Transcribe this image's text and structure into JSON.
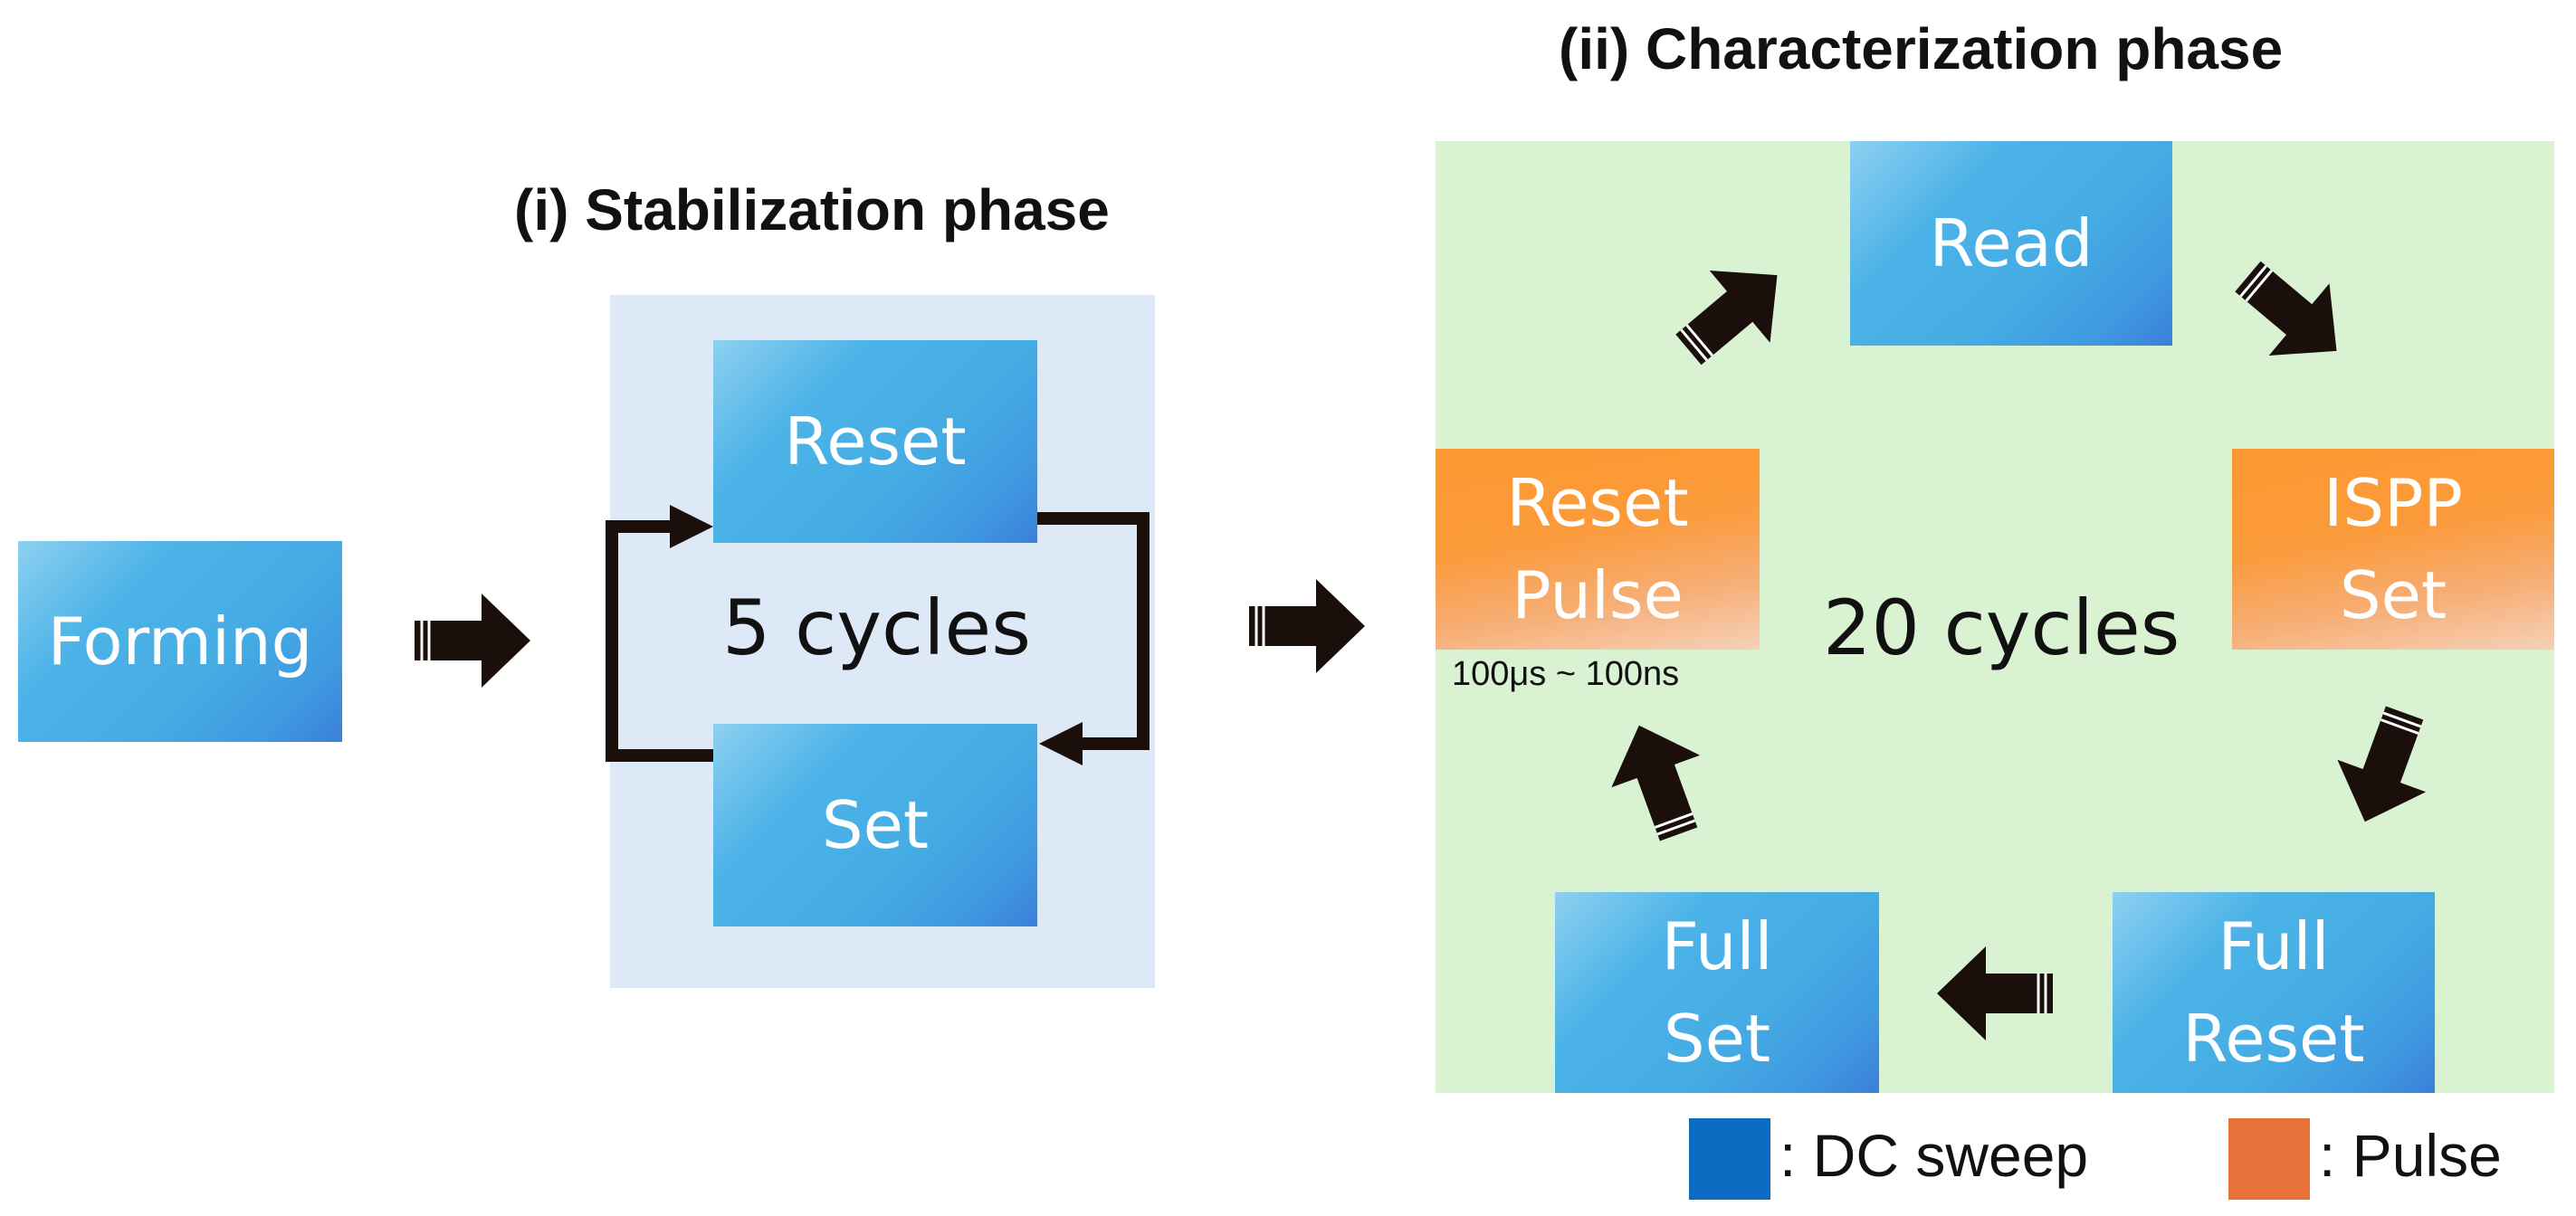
{
  "titles": {
    "stabilization": "(i) Stabilization phase",
    "characterization": "(ii) Characterization phase"
  },
  "stabilization": {
    "reset_label": "Reset",
    "set_label": "Set",
    "cycles_label": "5 cycles"
  },
  "forming": {
    "label": "Forming"
  },
  "characterization": {
    "read_label": "Read",
    "ispp_set_line1": "ISPP",
    "ispp_set_line2": "Set",
    "full_reset_line1": "Full",
    "full_reset_line2": "Reset",
    "full_set_line1": "Full",
    "full_set_line2": "Set",
    "reset_pulse_line1": "Reset",
    "reset_pulse_line2": "Pulse",
    "pulse_range": "100μs ~ 100ns",
    "cycles_label": "20 cycles"
  },
  "legend": {
    "dc_label": ": DC sweep",
    "pulse_label": ": Pulse"
  },
  "colors": {
    "dc_sweep": "#0b6cc1",
    "pulse": "#e7723a",
    "stabilization_panel": "#dde9f6",
    "characterization_panel": "#d9f2d2",
    "arrow": "#1a0f0a"
  }
}
